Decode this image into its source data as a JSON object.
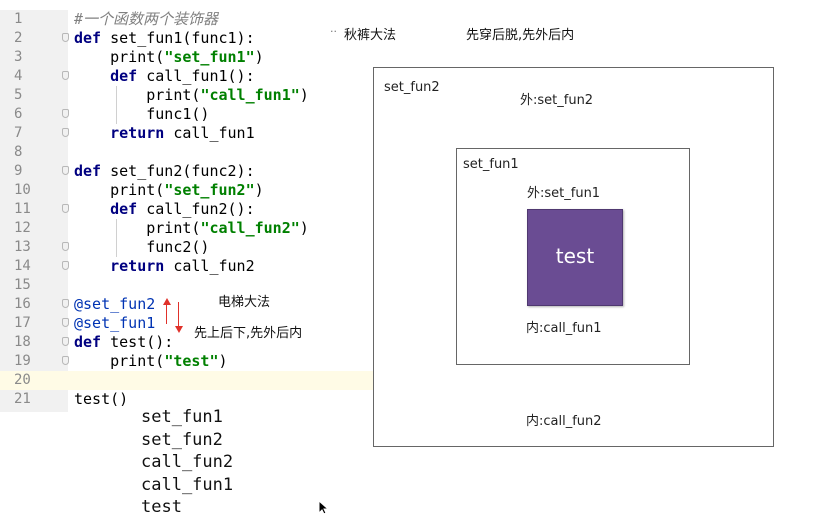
{
  "editor": {
    "lines": [
      {
        "n": "1",
        "parts": [
          {
            "t": "#一个函数两个装饰器",
            "c": "cmt"
          }
        ]
      },
      {
        "n": "2",
        "parts": [
          {
            "t": "def",
            "c": "kw"
          },
          {
            "t": " set_fun1(func1):",
            "c": "fn"
          }
        ]
      },
      {
        "n": "3",
        "parts": [
          {
            "t": "    print(",
            "c": "fn"
          },
          {
            "t": "\"set_fun1\"",
            "c": "str"
          },
          {
            "t": ")",
            "c": "fn"
          }
        ]
      },
      {
        "n": "4",
        "parts": [
          {
            "t": "    def",
            "c": "kw"
          },
          {
            "t": " call_fun1():",
            "c": "fn"
          }
        ]
      },
      {
        "n": "5",
        "parts": [
          {
            "t": "        print(",
            "c": "fn"
          },
          {
            "t": "\"call_fun1\"",
            "c": "str"
          },
          {
            "t": ")",
            "c": "fn"
          }
        ]
      },
      {
        "n": "6",
        "parts": [
          {
            "t": "        func1()",
            "c": "fn"
          }
        ]
      },
      {
        "n": "7",
        "parts": [
          {
            "t": "    return",
            "c": "kw"
          },
          {
            "t": " call_fun1",
            "c": "fn"
          }
        ]
      },
      {
        "n": "8",
        "parts": []
      },
      {
        "n": "9",
        "parts": [
          {
            "t": "def",
            "c": "kw"
          },
          {
            "t": " set_fun2(func2):",
            "c": "fn"
          }
        ]
      },
      {
        "n": "10",
        "parts": [
          {
            "t": "    print(",
            "c": "fn"
          },
          {
            "t": "\"set_fun2\"",
            "c": "str"
          },
          {
            "t": ")",
            "c": "fn"
          }
        ]
      },
      {
        "n": "11",
        "parts": [
          {
            "t": "    def",
            "c": "kw"
          },
          {
            "t": " call_fun2():",
            "c": "fn"
          }
        ]
      },
      {
        "n": "12",
        "parts": [
          {
            "t": "        print(",
            "c": "fn"
          },
          {
            "t": "\"call_fun2\"",
            "c": "str"
          },
          {
            "t": ")",
            "c": "fn"
          }
        ]
      },
      {
        "n": "13",
        "parts": [
          {
            "t": "        func2()",
            "c": "fn"
          }
        ]
      },
      {
        "n": "14",
        "parts": [
          {
            "t": "    return",
            "c": "kw"
          },
          {
            "t": " call_fun2",
            "c": "fn"
          }
        ]
      },
      {
        "n": "15",
        "parts": []
      },
      {
        "n": "16",
        "parts": [
          {
            "t": "@set_fun2",
            "c": "dec"
          }
        ]
      },
      {
        "n": "17",
        "parts": [
          {
            "t": "@set_fun1",
            "c": "dec"
          }
        ]
      },
      {
        "n": "18",
        "parts": [
          {
            "t": "def",
            "c": "kw"
          },
          {
            "t": " test():",
            "c": "fn"
          }
        ]
      },
      {
        "n": "19",
        "parts": [
          {
            "t": "    print(",
            "c": "fn"
          },
          {
            "t": "\"test\"",
            "c": "str"
          },
          {
            "t": ")",
            "c": "fn"
          }
        ]
      },
      {
        "n": "20",
        "parts": [],
        "active": true
      },
      {
        "n": "21",
        "parts": [
          {
            "t": "test()",
            "c": "fn"
          }
        ]
      }
    ]
  },
  "output": [
    "set_fun1",
    "set_fun2",
    "call_fun2",
    "call_fun1",
    "test"
  ],
  "notes": {
    "top_left": "秋裤大法",
    "top_right": "先穿后脱,先外后内",
    "elevator": "电梯大法",
    "order": "先上后下,先外后内"
  },
  "diagram": {
    "outer_label": "set_fun2",
    "outer_top": "外:set_fun2",
    "outer_bottom": "内:call_fun2",
    "inner_label": "set_fun1",
    "inner_top": "外:set_fun1",
    "inner_bottom": "内:call_fun1",
    "core_label": "test"
  },
  "colors": {
    "keyword": "#000080",
    "string": "#008000",
    "decorator": "#0033b3",
    "core_box": "#6a4c93",
    "arrow": "#e0312a"
  }
}
